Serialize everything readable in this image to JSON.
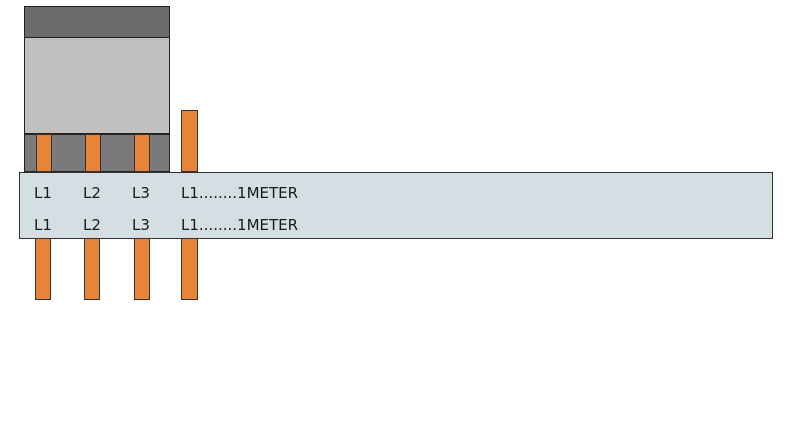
{
  "colors": {
    "breaker_top": "#6b6b6b",
    "breaker_body": "#c0c0c0",
    "breaker_base": "#7a7a7a",
    "conductor": "#e8833a",
    "busbar": "#d5dfe3"
  },
  "busbar": {
    "rows": [
      {
        "labels": [
          "L1",
          "L2",
          "L3",
          "L1........1METER"
        ]
      },
      {
        "labels": [
          "L1",
          "L2",
          "L3",
          "L1........1METER"
        ]
      }
    ]
  }
}
